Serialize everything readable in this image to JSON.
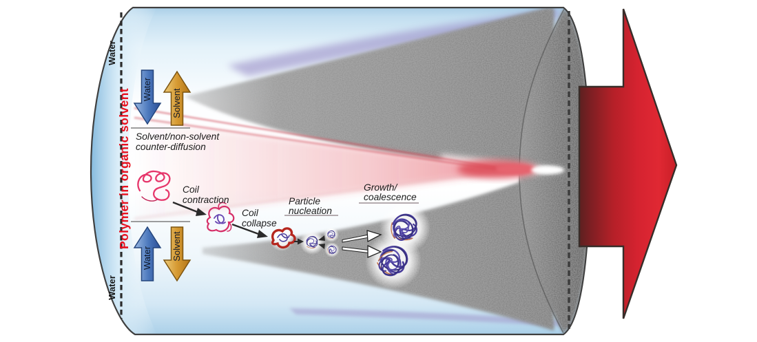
{
  "diagram": {
    "title": "Polymer in organic solvent",
    "wall_labels": {
      "top": "Water",
      "bottom": "Water"
    },
    "counter_diffusion": {
      "line1": "Solvent/non-solvent",
      "line2": "counter-diffusion"
    },
    "diffusion_arrows": {
      "top": [
        {
          "label": "Water",
          "direction": "down"
        },
        {
          "label": "Solvent",
          "direction": "up"
        }
      ],
      "bottom": [
        {
          "label": "Water",
          "direction": "up"
        },
        {
          "label": "Solvent",
          "direction": "down"
        }
      ]
    },
    "steps": {
      "coil_contraction": {
        "line1": "Coil",
        "line2": "contraction"
      },
      "coil_collapse": {
        "line1": "Coil",
        "line2": "collapse"
      },
      "particle_nucleation": {
        "line1": "Particle",
        "line2": "nucleation"
      },
      "growth_coalescence": {
        "line1": "Growth/",
        "line2": "coalescence"
      }
    },
    "output_flow": {
      "direction": "right"
    },
    "colors": {
      "title_red": "#e8101e",
      "water_arrow_blue": "#3f6cb0",
      "solvent_arrow_orange": "#d1913a",
      "flow_arrow_red": "#d22129",
      "water_region_blue": "#bcdcf0",
      "solvent_plume_gray": "#8a8a8a",
      "polymer_coil_pink": "#e6366b",
      "particle_purple": "#463a99",
      "streak_purple": "#9a8ec6"
    }
  }
}
